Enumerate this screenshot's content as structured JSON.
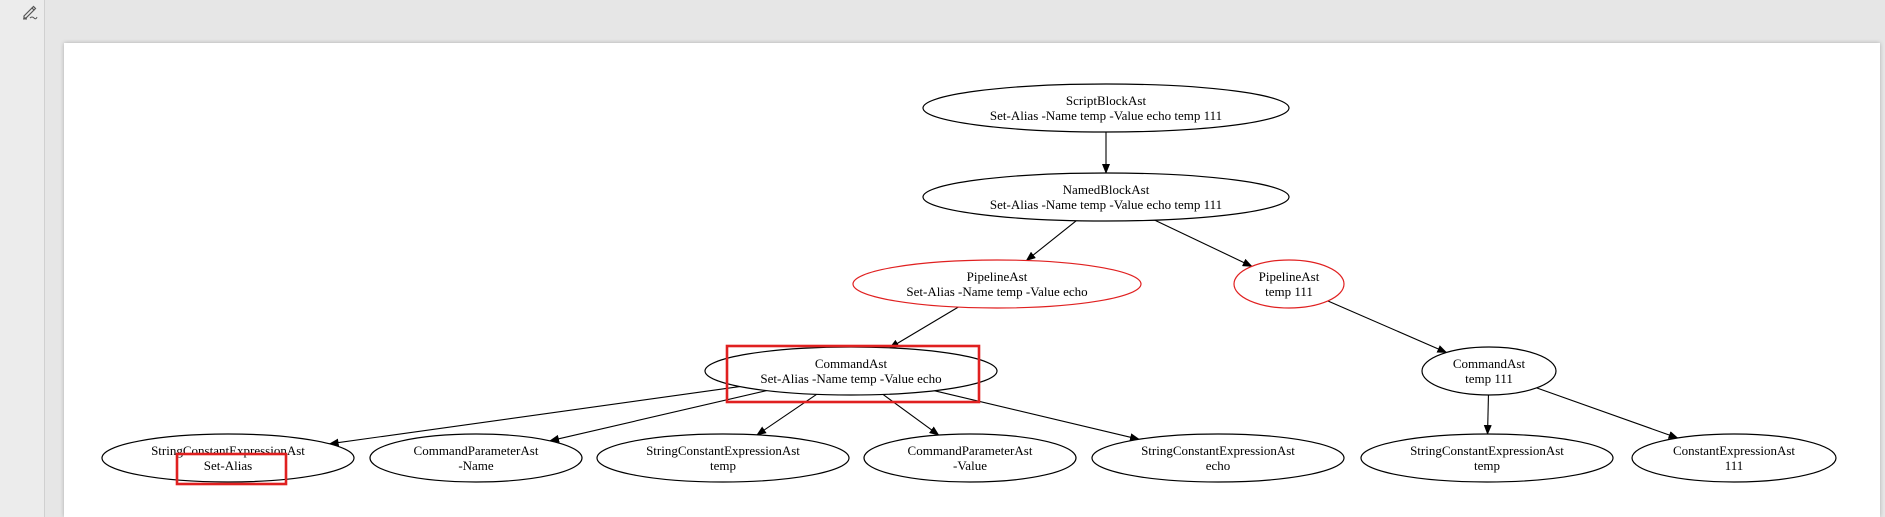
{
  "toolbar": {
    "tool_icon": "pen-edit-icon"
  },
  "colors": {
    "default_stroke": "#000000",
    "accent_node_stroke": "#e02020",
    "highlight_box": "#e02020"
  },
  "diagram": {
    "nodes": [
      {
        "id": "n_scriptblock",
        "title": "ScriptBlockAst",
        "subtitle": "Set-Alias -Name temp -Value echo temp 111",
        "accent": false
      },
      {
        "id": "n_namedblock",
        "title": "NamedBlockAst",
        "subtitle": "Set-Alias -Name temp -Value echo temp 111",
        "accent": false
      },
      {
        "id": "n_pipeline1",
        "title": "PipelineAst",
        "subtitle": "Set-Alias -Name temp -Value echo",
        "accent": true
      },
      {
        "id": "n_pipeline2",
        "title": "PipelineAst",
        "subtitle": "temp 111",
        "accent": true
      },
      {
        "id": "n_command1",
        "title": "CommandAst",
        "subtitle": "Set-Alias -Name temp -Value echo",
        "accent": false
      },
      {
        "id": "n_command2",
        "title": "CommandAst",
        "subtitle": "temp 111",
        "accent": false
      },
      {
        "id": "n_strconst1",
        "title": "StringConstantExpressionAst",
        "subtitle": "Set-Alias",
        "accent": false
      },
      {
        "id": "n_cmdparam1",
        "title": "CommandParameterAst",
        "subtitle": "-Name",
        "accent": false
      },
      {
        "id": "n_strconst2",
        "title": "StringConstantExpressionAst",
        "subtitle": "temp",
        "accent": false
      },
      {
        "id": "n_cmdparam2",
        "title": "CommandParameterAst",
        "subtitle": "-Value",
        "accent": false
      },
      {
        "id": "n_strconst3",
        "title": "StringConstantExpressionAst",
        "subtitle": "echo",
        "accent": false
      },
      {
        "id": "n_strconst4",
        "title": "StringConstantExpressionAst",
        "subtitle": "temp",
        "accent": false
      },
      {
        "id": "n_const",
        "title": "ConstantExpressionAst",
        "subtitle": "111",
        "accent": false
      }
    ],
    "edges": [
      [
        "n_scriptblock",
        "n_namedblock"
      ],
      [
        "n_namedblock",
        "n_pipeline1"
      ],
      [
        "n_namedblock",
        "n_pipeline2"
      ],
      [
        "n_pipeline1",
        "n_command1"
      ],
      [
        "n_pipeline2",
        "n_command2"
      ],
      [
        "n_command1",
        "n_strconst1"
      ],
      [
        "n_command1",
        "n_cmdparam1"
      ],
      [
        "n_command1",
        "n_strconst2"
      ],
      [
        "n_command1",
        "n_cmdparam2"
      ],
      [
        "n_command1",
        "n_strconst3"
      ],
      [
        "n_command2",
        "n_strconst4"
      ],
      [
        "n_command2",
        "n_const"
      ]
    ],
    "highlighted_nodes": [
      "n_command1",
      "n_strconst1"
    ]
  }
}
